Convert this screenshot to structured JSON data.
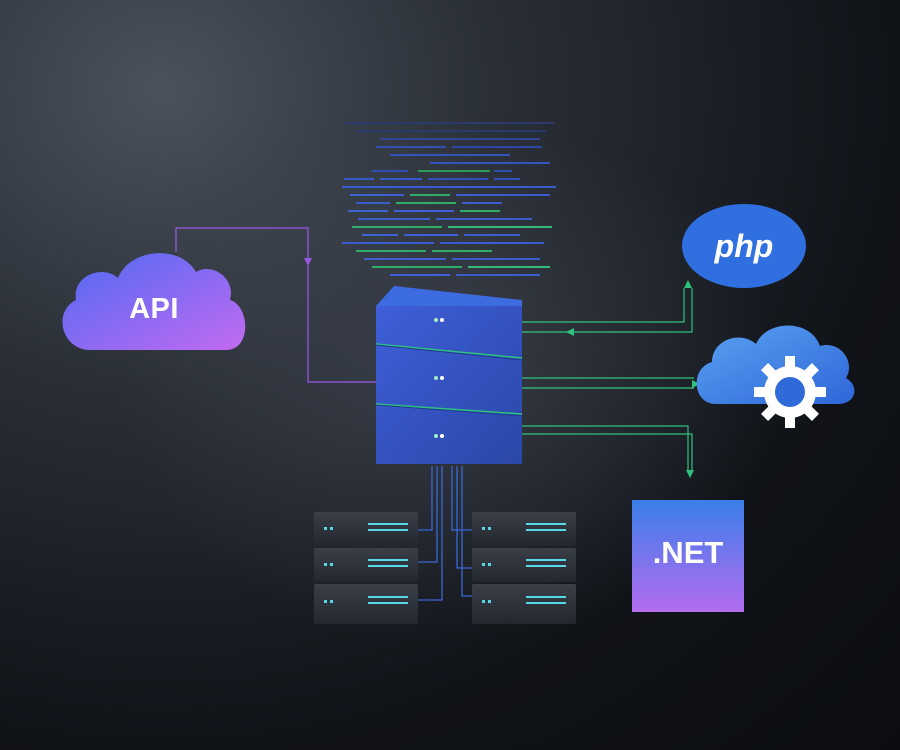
{
  "diagram": {
    "api_label": "API",
    "php_label": "php",
    "net_label": ".NET",
    "icons": {
      "api": "cloud-icon",
      "php": "php-badge",
      "settings": "cloud-gear-icon",
      "net": "dotnet-tile",
      "server": "server-tower-icon",
      "racks": "server-rack-icon",
      "code": "code-snippet"
    },
    "colors": {
      "background": "#14171c",
      "api_gradient": [
        "#4d6bf2",
        "#c36af2"
      ],
      "php_blue": "#2f6fe0",
      "settings_blue": "#3d86ea",
      "net_gradient": [
        "#3a7ee8",
        "#b46cf0"
      ],
      "server_blue": "#3659c4",
      "connector_green": "#2ec27e",
      "connector_purple": "#9a58e6",
      "rack_cyan": "#58d8e6"
    }
  }
}
